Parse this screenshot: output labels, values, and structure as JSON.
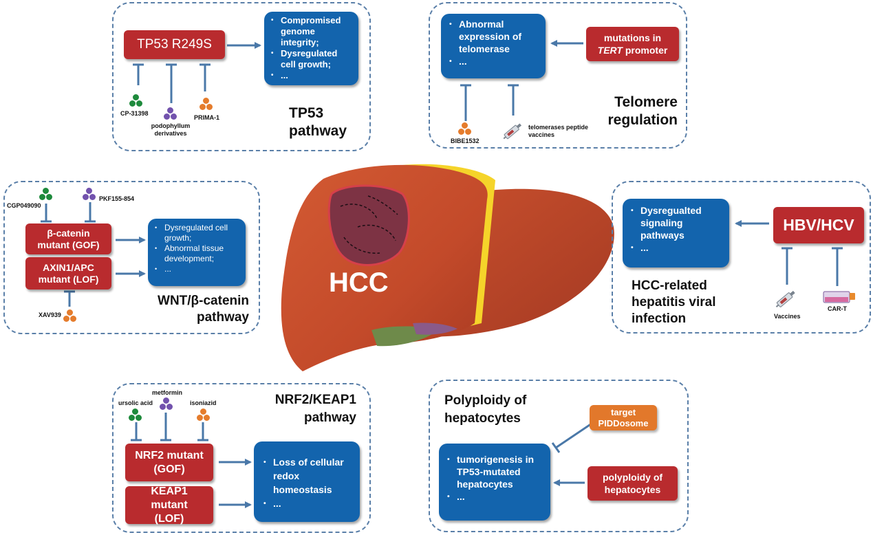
{
  "colors": {
    "red": "#b92b2e",
    "blue": "#1364ad",
    "orange": "#e2782b",
    "arrow": "#4a78a8",
    "liver": "#c64f2c",
    "dot_green": "#1e8a3c",
    "dot_purple": "#7252ad",
    "dot_orange": "#e57c2c"
  },
  "center": {
    "label": "HCC"
  },
  "tp53": {
    "mutation": "TP53 R249S",
    "effects": [
      "Compromised genome integrity;",
      "Dysregulated cell growth;",
      "..."
    ],
    "drugs": [
      {
        "name": "CP-31398",
        "icon": "green-molecule-icon"
      },
      {
        "name": "podophyllum derivatives",
        "icon": "purple-molecule-icon"
      },
      {
        "name": "PRIMA-1",
        "icon": "orange-molecule-icon"
      }
    ],
    "title": "TP53 pathway"
  },
  "telomere": {
    "cause": "mutations in",
    "cause_italic": "TERT",
    "cause_rest": "promoter",
    "effects": [
      "Abnormal expression of telomerase",
      "..."
    ],
    "drugs": [
      {
        "name": "BIBE1532",
        "icon": "orange-molecule-icon"
      },
      {
        "name": "telomerases peptide vaccines",
        "icon": "syringe-icon"
      }
    ],
    "title": "Telomere regulation"
  },
  "wnt": {
    "mutations": [
      "β-catenin mutant (GOF)",
      "AXIN1/APC mutant (LOF)"
    ],
    "effects": [
      "Dysregulated cell growth;",
      "Abnormal tissue development;",
      "..."
    ],
    "drugs": [
      {
        "name": "CGP049090",
        "icon": "green-molecule-icon"
      },
      {
        "name": "PKF155-854",
        "icon": "purple-molecule-icon"
      },
      {
        "name": "XAV939",
        "icon": "orange-molecule-icon"
      }
    ],
    "title": "WNT/β-catenin pathway"
  },
  "hbv": {
    "cause": "HBV/HCV",
    "effects": [
      "Dysregualted signaling pathways",
      "..."
    ],
    "drugs": [
      {
        "name": "Vaccines",
        "icon": "syringe-icon"
      },
      {
        "name": "CAR-T",
        "icon": "culture-flask-icon"
      }
    ],
    "title": "HCC-related hepatitis viral infection"
  },
  "nrf2": {
    "mutations": [
      "NRF2 mutant (GOF)",
      "KEAP1 mutant (LOF)"
    ],
    "effects": [
      "Loss of cellular redox homeostasis",
      "..."
    ],
    "drugs": [
      {
        "name": "ursolic acid",
        "icon": "green-molecule-icon"
      },
      {
        "name": "metformin",
        "icon": "purple-molecule-icon"
      },
      {
        "name": "isoniazid",
        "icon": "orange-molecule-icon"
      }
    ],
    "title": "NRF2/KEAP1 pathway"
  },
  "polyploidy": {
    "target": "target PIDDosome",
    "cause": "polyploidy of hepatocytes",
    "effects": [
      "tumorigenesis in TP53-mutated hepatocytes",
      "..."
    ],
    "title": "Polyploidy of hepatocytes"
  }
}
